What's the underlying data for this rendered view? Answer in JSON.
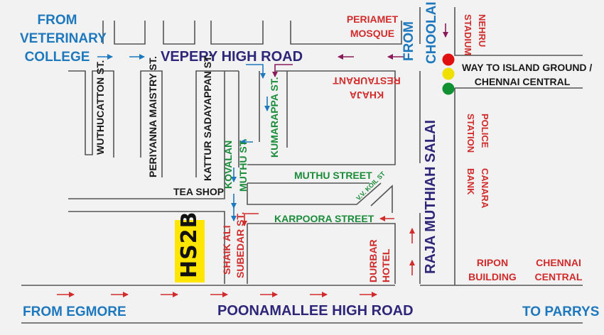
{
  "roads": {
    "vepery": "VEPERY HIGH ROAD",
    "poonamallee": "POONAMALLEE HIGH ROAD",
    "raja_muthiah": "RAJA MUTHIAH SALAI",
    "muthu_street": "MUTHU STREET",
    "karpoora_street": "KARPOORA STREET",
    "vv_koil": "V.V. KOIL ST",
    "kumarappa": "KUMARAPPA ST.",
    "muthu_st": "MUTHU ST.",
    "kovalan": "KOVALAN",
    "wuthucatton": "WUTHUCATTON ST.",
    "periyanna": "PERIYANNA MAISTRY ST.",
    "kattur": "KATTUR SADAYAPPAN ST.",
    "shaik_ali": "SHAIK ALI",
    "subedar": "SUBEDAR ST."
  },
  "directions": {
    "from_veterinary": [
      "FROM",
      "VETERINARY",
      "COLLEGE"
    ],
    "from_choolai": [
      "FROM",
      "CHOOLAI"
    ],
    "from_egmore": "FROM EGMORE",
    "to_parrys": "TO PARRYS",
    "island_ground": [
      "WAY TO ISLAND GROUND /",
      "CHENNAI CENTRAL"
    ]
  },
  "landmarks": {
    "periamet_mosque": [
      "PERIAMET",
      "MOSQUE"
    ],
    "khaja_restaurant": [
      "KHAJA",
      "RESTAURANT"
    ],
    "nehru_stadium": [
      "NEHRU",
      "STADIUM"
    ],
    "police_station": [
      "POLICE",
      "STATION"
    ],
    "canara_bank": [
      "CANARA",
      "BANK"
    ],
    "tea_shop": "TEA SHOP",
    "durbar_hotel": [
      "DURBAR",
      "HOTEL"
    ],
    "ripon_building": [
      "RIPON",
      "BUILDING"
    ],
    "chennai_central": [
      "CHENNAI",
      "CENTRAL"
    ]
  },
  "logo": {
    "text": "HS2B",
    "color": "#ffe600"
  },
  "colors": {
    "road_line": "#555555",
    "direction_text": "#1e78be",
    "major_road_text": "#2e2679",
    "landmark_text": "#d12b2b",
    "street_text": "#1a8c3a",
    "arrow_red": "#d12b2b",
    "arrow_blue": "#1e78be",
    "arrow_purple": "#8a1a5a",
    "signal_red": "#e01010",
    "signal_yellow": "#f0e000",
    "signal_green": "#109030"
  }
}
